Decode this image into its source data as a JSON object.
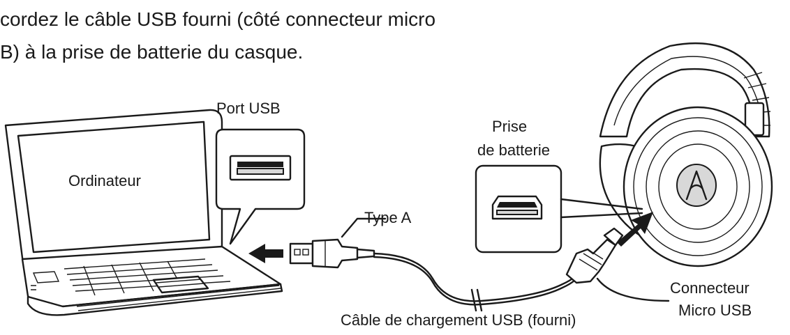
{
  "instruction": {
    "line1": "cordez le câble USB fourni (côté connecteur micro",
    "line2": "B) à la prise de batterie du casque."
  },
  "labels": {
    "port_usb": "Port USB",
    "ordinateur": "Ordinateur",
    "prise": "Prise",
    "de_batterie": "de batterie",
    "type_a": "Type A",
    "cable": "Câble de chargement USB (fourni)",
    "connecteur": "Connecteur",
    "micro_usb": "Micro USB"
  },
  "colors": {
    "ink": "#1a1a1a",
    "background": "#ffffff",
    "shade": "#d8d8d8"
  },
  "icons": [
    "laptop-icon",
    "usb-port-icon",
    "micro-usb-jack-icon",
    "headphones-icon",
    "usb-a-plug-icon",
    "micro-usb-plug-icon",
    "arrow-icon"
  ]
}
